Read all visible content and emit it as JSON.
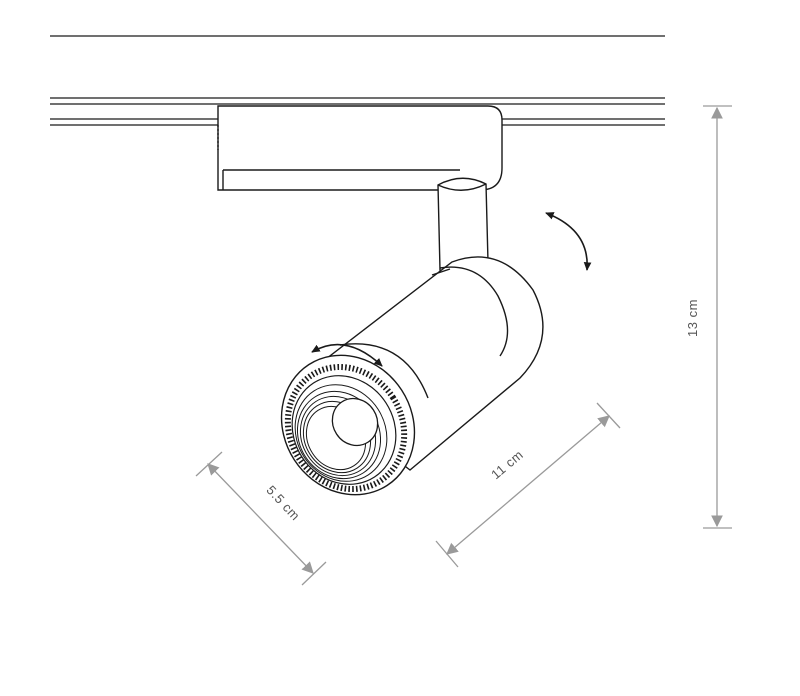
{
  "dimensions": {
    "height_label": "13 cm",
    "length_label": "11 cm",
    "diameter_label": "5.5 cm"
  },
  "colors": {
    "line": "#1a1a1a",
    "dimension": "#9a9a9a",
    "text": "#555555"
  },
  "icons": {
    "tilt": "curved-double-arrow-icon",
    "rotate": "curved-double-arrow-icon"
  }
}
